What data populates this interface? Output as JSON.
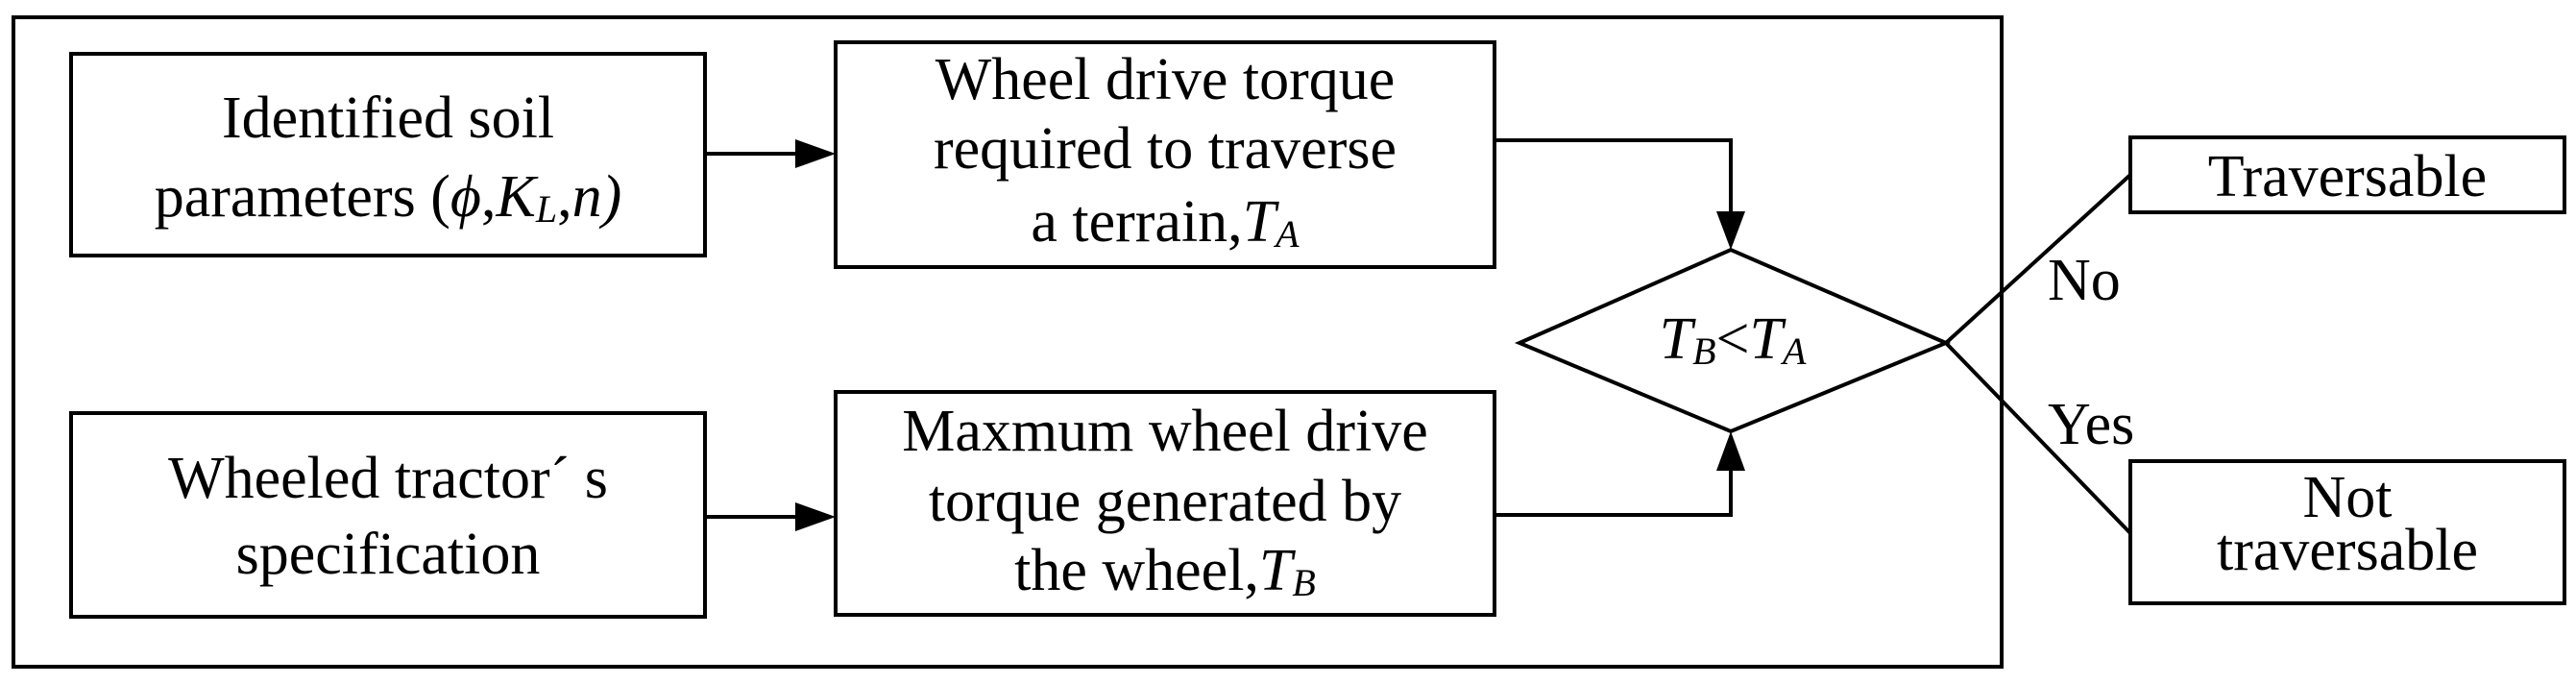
{
  "colors": {
    "stroke": "#000000",
    "background": "#ffffff"
  },
  "nodes": {
    "soil_params": {
      "line1": "Identified soil",
      "line2_prefix": "parameters (",
      "phi": "ϕ",
      "comma1": ",",
      "k": "K",
      "k_sub": "L",
      "comma2": ",",
      "n": "n",
      "close": ")"
    },
    "required_torque": {
      "line1": "Wheel drive torque",
      "line2": "required to traverse",
      "line3_prefix": "a  terrain,",
      "symbol": "T",
      "symbol_sub": "A"
    },
    "tractor_spec": {
      "line1": "Wheeled tractor´ s",
      "line2": "specification"
    },
    "max_torque": {
      "line1": "Maxmum wheel drive",
      "line2": "torque generated by",
      "line3_prefix": "the wheel,",
      "symbol": "T",
      "symbol_sub": "B"
    },
    "decision": {
      "left": "T",
      "left_sub": "B",
      "op": "<",
      "right": "T",
      "right_sub": "A"
    },
    "traversable": {
      "label": "Traversable"
    },
    "not_traversable": {
      "line1": "Not",
      "line2": "traversable"
    }
  },
  "edges": {
    "no_label": "No",
    "yes_label": "Yes"
  }
}
